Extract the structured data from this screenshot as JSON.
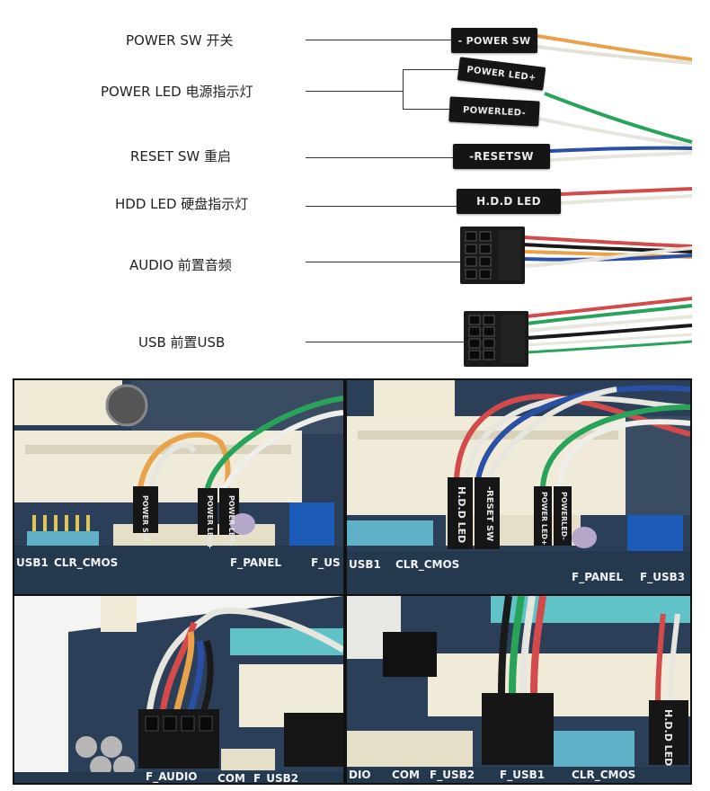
{
  "diagram": {
    "rows": [
      {
        "label": "POWER SW 开关",
        "plug": "- POWER SW"
      },
      {
        "label": "POWER LED 电源指示灯",
        "plug_a": "POWER LED+",
        "plug_b": "POWERLED-"
      },
      {
        "label": "RESET SW 重启",
        "plug": "-RESETSW"
      },
      {
        "label": "HDD LED 硬盘指示灯",
        "plug": "H.D.D LED"
      },
      {
        "label": "AUDIO 前置音频"
      },
      {
        "label": "USB  前置USB"
      }
    ],
    "wire_colors": {
      "orange": "#e8a24a",
      "white": "#eeeeea",
      "green": "#27a35a",
      "blue": "#2a4fa6",
      "red": "#d44a4a",
      "black": "#1a1a1a",
      "grey": "#c8c8c0"
    }
  },
  "photos": {
    "tl": {
      "labels": [
        "USB1",
        "CLR_CMOS",
        "F_PANEL",
        "F_US"
      ],
      "plugs": [
        "POWER SW",
        "POWER LED+",
        "POWER LED-"
      ]
    },
    "tr": {
      "labels": [
        "USB1",
        "CLR_CMOS",
        "F_PANEL",
        "F_USB3"
      ],
      "plugs": [
        "H.D.D LED",
        "-RESET SW",
        "POWER LED+",
        "POWERLED-"
      ]
    },
    "bl": {
      "labels": [
        "F_AUDIO",
        "COM",
        "F_USB2"
      ]
    },
    "br": {
      "labels": [
        "DIO",
        "COM",
        "F_USB2",
        "F_USB1",
        "CLR_CMOS"
      ],
      "plugs": [
        "H.D.D LED"
      ]
    }
  }
}
